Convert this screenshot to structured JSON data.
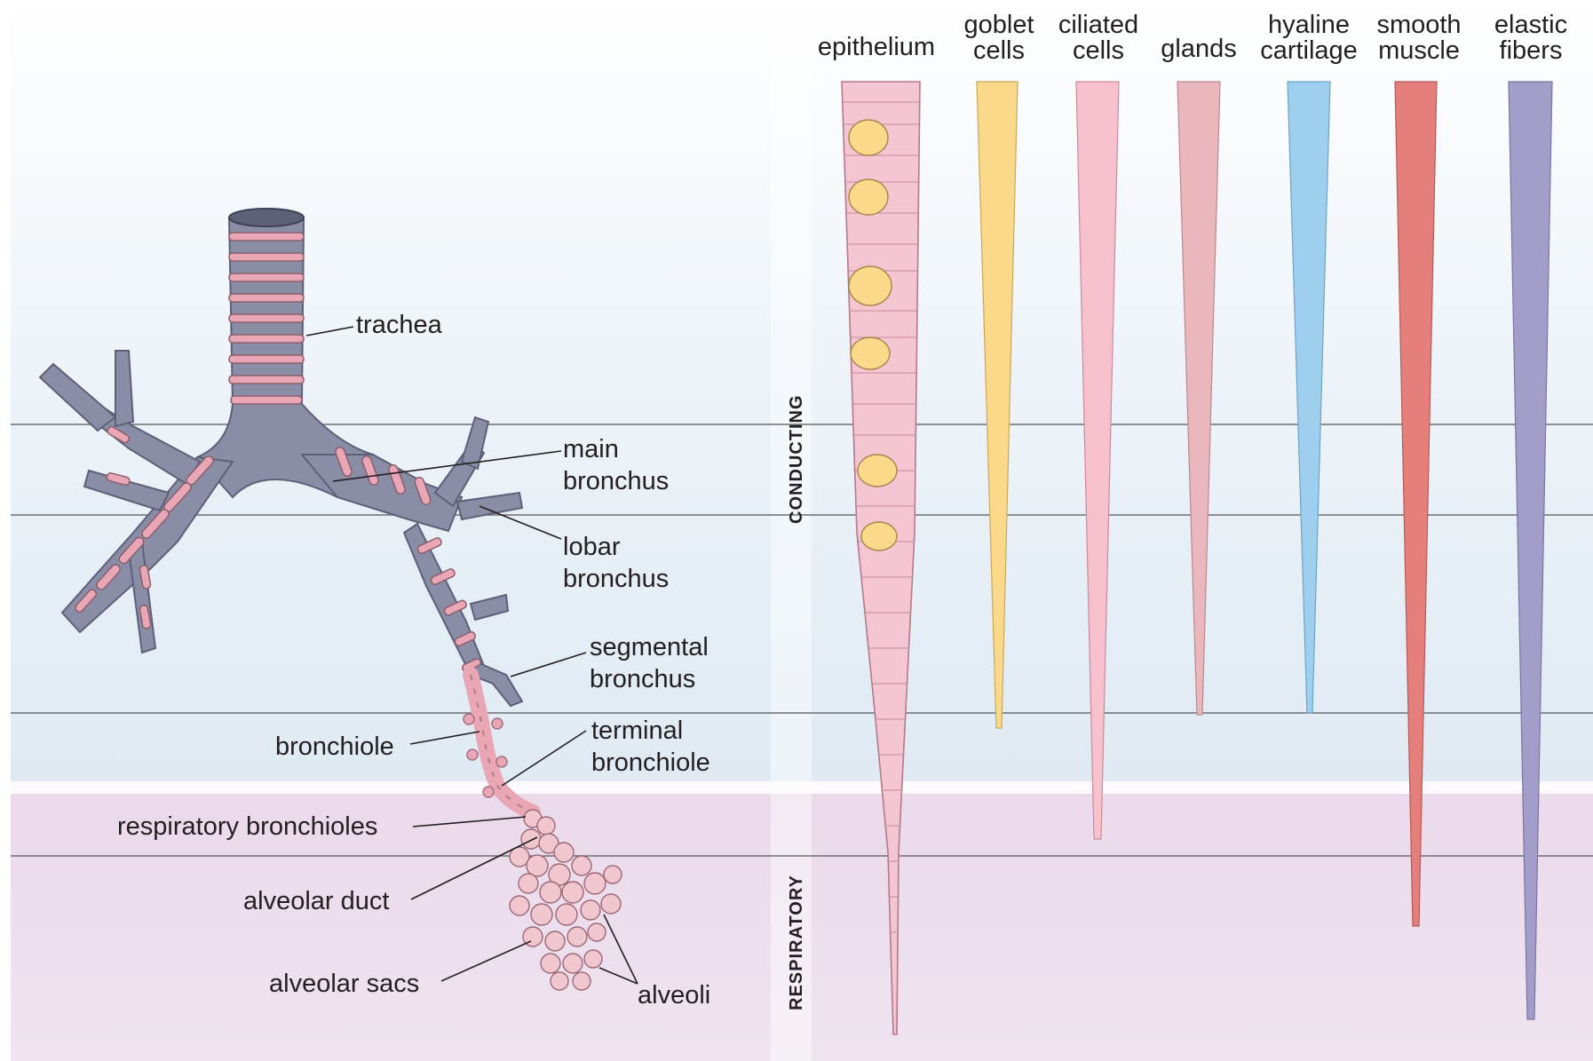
{
  "left_labels": {
    "trachea": "trachea",
    "main_bronchus": [
      "main",
      "bronchus"
    ],
    "lobar_bronchus": [
      "lobar",
      "bronchus"
    ],
    "segmental_bronchus": [
      "segmental",
      "bronchus"
    ],
    "bronchiole": "bronchiole",
    "terminal_bronchiole": [
      "terminal",
      "bronchiole"
    ],
    "respiratory_bronchioles": "respiratory bronchioles",
    "alveolar_duct": "alveolar duct",
    "alveolar_sacs": "alveolar sacs",
    "alveoli": "alveoli"
  },
  "zones": {
    "conducting": "CONDUCTING",
    "respiratory": "RESPIRATORY"
  },
  "columns": {
    "epithelium": [
      "epithelium"
    ],
    "goblet": [
      "goblet",
      "cells"
    ],
    "ciliated": [
      "ciliated",
      "cells"
    ],
    "glands": [
      "glands"
    ],
    "cartilage": [
      "hyaline",
      "cartilage"
    ],
    "muscle": [
      "smooth",
      "muscle"
    ],
    "elastic": [
      "elastic",
      "fibers"
    ]
  },
  "colors": {
    "conducting_zone": "#e4eef6",
    "respiratory_zone": "#ede0ee",
    "goblet": "#fbd98a",
    "ciliated": "#f6c0cd",
    "glands": "#eab7bd",
    "cartilage": "#9fcfee",
    "muscle": "#e57f7b",
    "elastic": "#a39dc9"
  }
}
